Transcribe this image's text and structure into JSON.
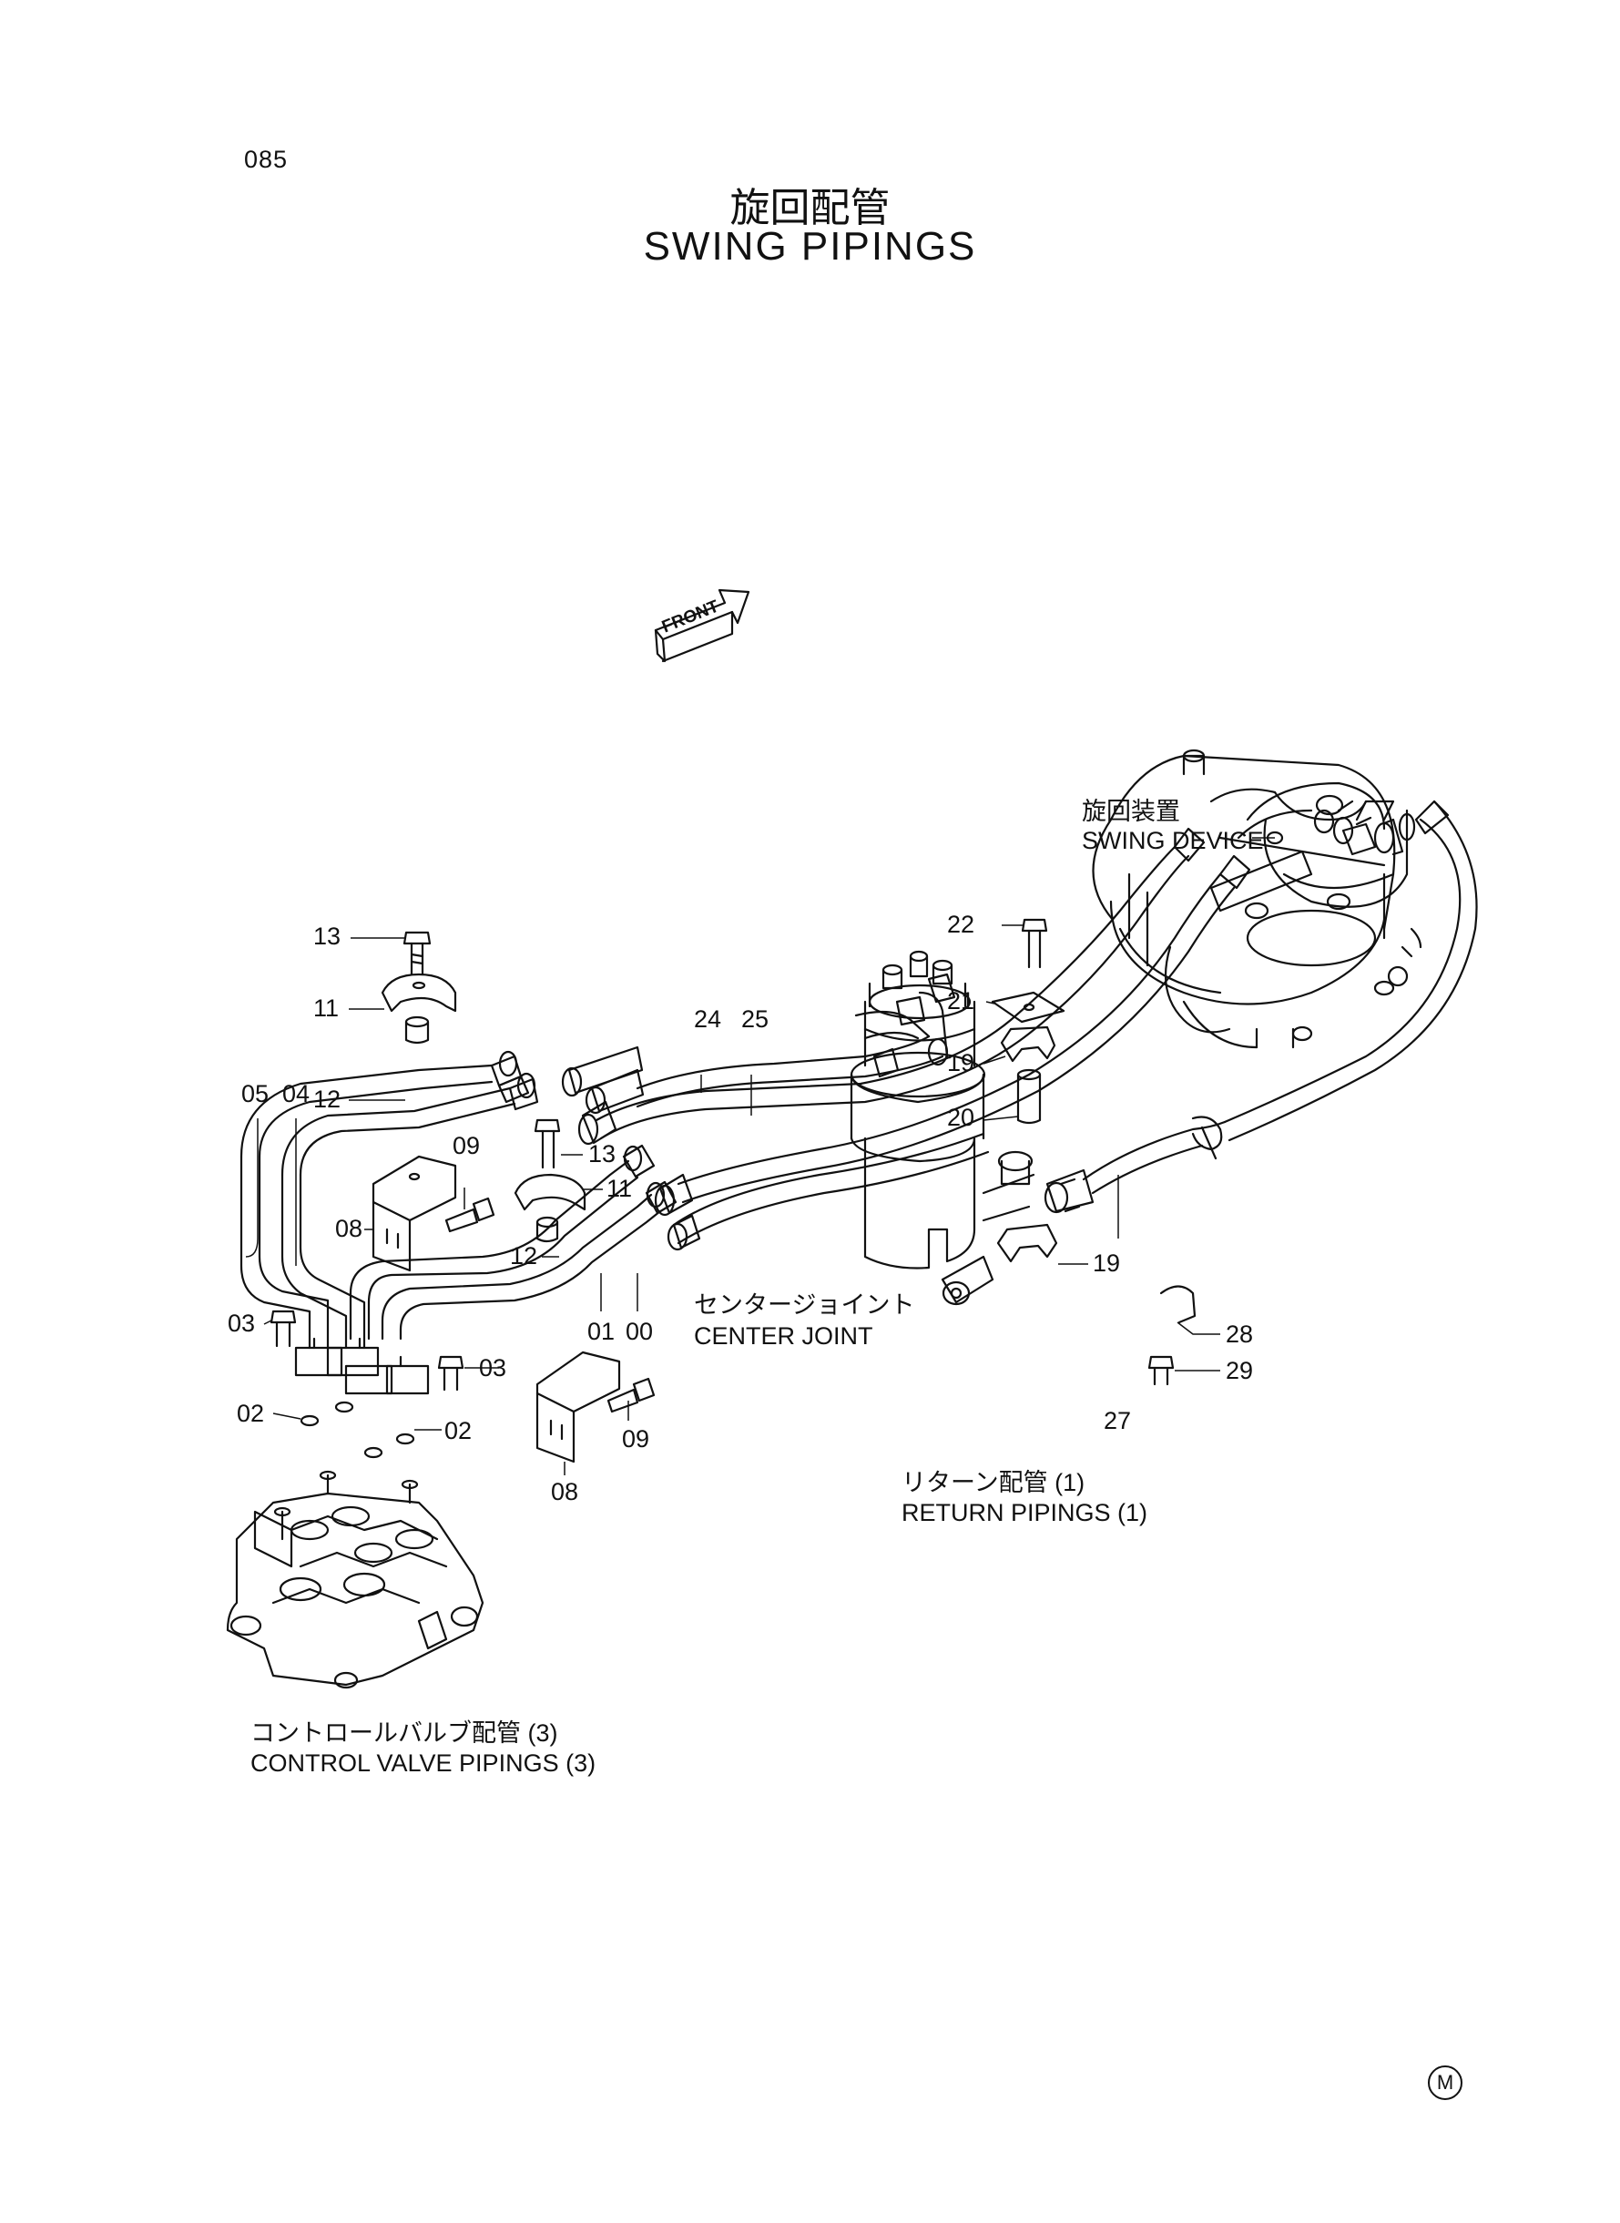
{
  "page_number": "085",
  "title_ja": "旋回配管",
  "title_en": "SWING PIPINGS",
  "front_label": "FRONT",
  "labels": {
    "swing_device_ja": "旋回装置",
    "swing_device_en": "SWING DEVICE",
    "center_joint_ja": "センタージョイント",
    "center_joint_en": "CENTER JOINT",
    "return_pipings_ja": "リターン配管 (1)",
    "return_pipings_en": "RETURN PIPINGS (1)",
    "control_valve_ja": "コントロールバルブ配管 (3)",
    "control_valve_en": "CONTROL VALVE PIPINGS (3)"
  },
  "callouts": [
    "13",
    "11",
    "12",
    "05",
    "04",
    "09",
    "08",
    "03",
    "02",
    "24",
    "25",
    "13",
    "11",
    "12",
    "01",
    "00",
    "03",
    "02",
    "09",
    "08",
    "22",
    "21",
    "19",
    "20",
    "19",
    "28",
    "29",
    "27"
  ],
  "mark": "M"
}
